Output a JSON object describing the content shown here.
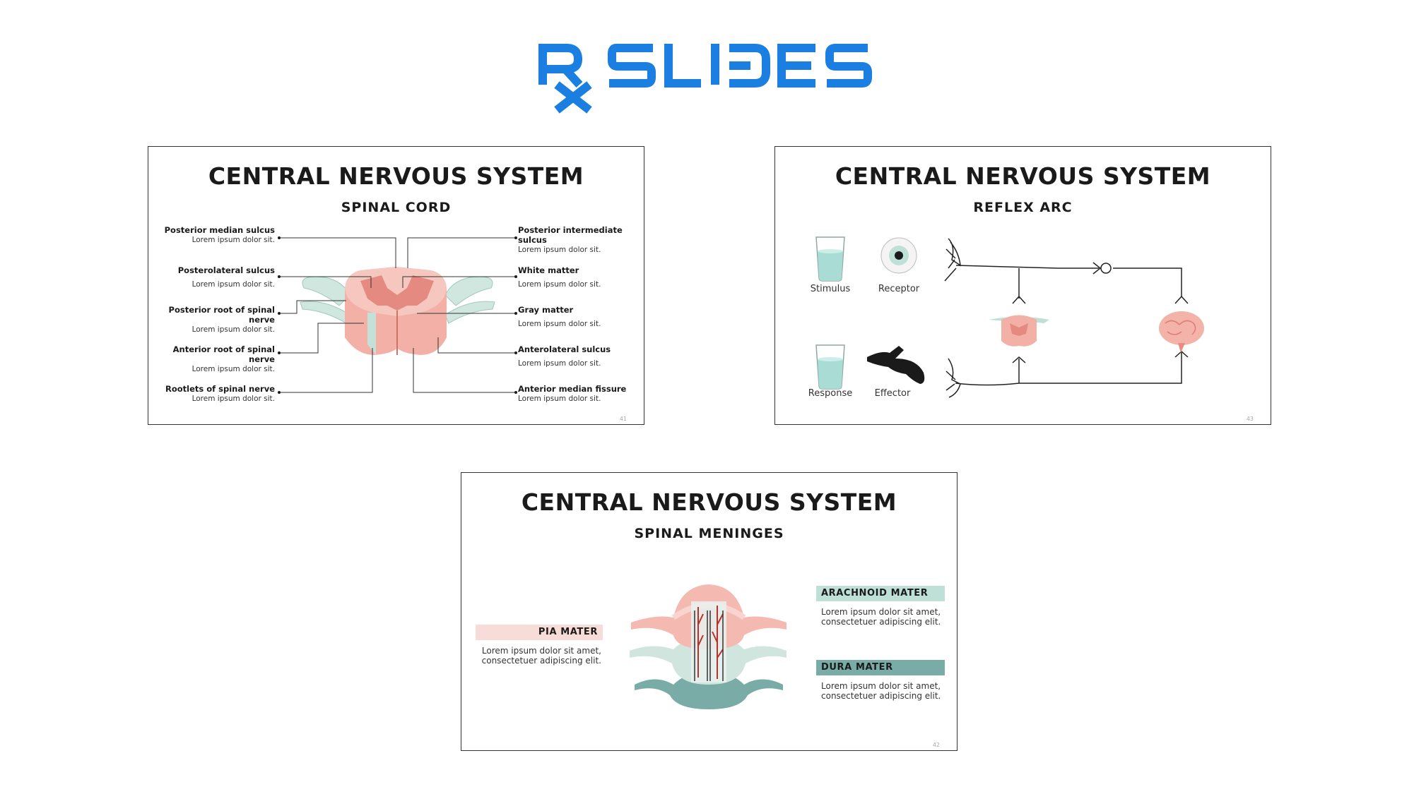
{
  "brand": {
    "logo_text": "RxSLIDES",
    "color": "#1a7fe0"
  },
  "slides": [
    {
      "title": "CENTRAL NERVOUS SYSTEM",
      "subtitle": "SPINAL CORD",
      "page": "41",
      "labels_left": [
        {
          "heading": "Posterior median sulcus",
          "desc": "Lorem ipsum dolor sit."
        },
        {
          "heading": "Posterolateral sulcus",
          "desc": "Lorem ipsum dolor sit."
        },
        {
          "heading": "Posterior root of spinal nerve",
          "desc": "Lorem ipsum dolor sit."
        },
        {
          "heading": "Anterior root of spinal nerve",
          "desc": "Lorem ipsum dolor sit."
        },
        {
          "heading": "Rootlets of spinal nerve",
          "desc": "Lorem ipsum dolor sit."
        }
      ],
      "labels_right": [
        {
          "heading": "Posterior intermediate sulcus",
          "desc": "Lorem ipsum dolor sit."
        },
        {
          "heading": "White matter",
          "desc": "Lorem ipsum dolor sit."
        },
        {
          "heading": "Gray matter",
          "desc": "Lorem ipsum dolor sit."
        },
        {
          "heading": "Anterolateral sulcus",
          "desc": "Lorem ipsum dolor sit."
        },
        {
          "heading": "Anterior median fissure",
          "desc": "Lorem ipsum dolor sit."
        }
      ]
    },
    {
      "title": "CENTRAL NERVOUS SYSTEM",
      "subtitle": "REFLEX ARC",
      "page": "43",
      "captions": [
        "Stimulus",
        "Receptor",
        "Response",
        "Effector"
      ]
    },
    {
      "title": "CENTRAL NERVOUS SYSTEM",
      "subtitle": "SPINAL MENINGES",
      "page": "42",
      "pia": {
        "label": "PIA MATER",
        "text": "Lorem ipsum dolor sit amet, consectetuer adipiscing elit.",
        "color": "#f8dcd8"
      },
      "arachnoid": {
        "label": "ARACHNOID MATER",
        "text": "Lorem ipsum dolor sit amet, consectetuer adipiscing elit.",
        "color": "#bfe0d6"
      },
      "dura": {
        "label": "DURA MATER",
        "text": "Lorem ipsum dolor sit amet, consectetuer adipiscing elit.",
        "color": "#79aca6"
      }
    }
  ],
  "colors": {
    "pink": "#f3b3a9",
    "dark_pink": "#e78d84",
    "mint": "#bfe0d6",
    "teal": "#79aca6",
    "water": "#a8dcd4"
  }
}
